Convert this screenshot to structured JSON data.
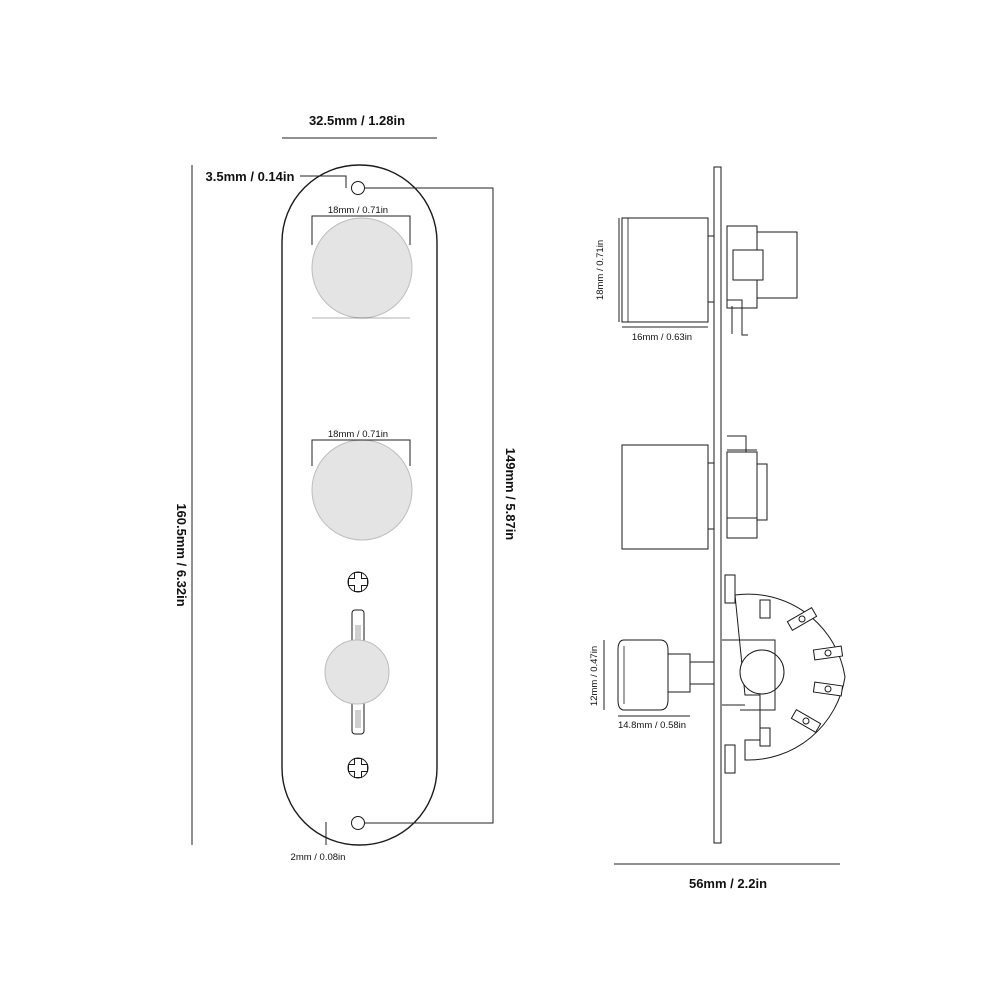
{
  "front_view": {
    "width_label": "32.5mm / 1.28in",
    "hole_label": "3.5mm / 0.14in",
    "knob1_label": "18mm / 0.71in",
    "knob2_label": "18mm / 0.71in",
    "hole_spacing_label": "149mm / 5.87in",
    "total_height_label": "160.5mm / 6.32in",
    "plate_thickness_label": "2mm / 0.08in"
  },
  "side_view": {
    "knob_height_label": "18mm / 0.71in",
    "knob_depth_label": "16mm / 0.63in",
    "switch_tip_height_label": "12mm / 0.47in",
    "switch_tip_depth_label": "14.8mm / 0.58in",
    "total_depth_label": "56mm / 2.2in"
  },
  "colors": {
    "line": "#1a1a1a",
    "knob_fill": "#e4e4e4",
    "background": "#ffffff"
  }
}
